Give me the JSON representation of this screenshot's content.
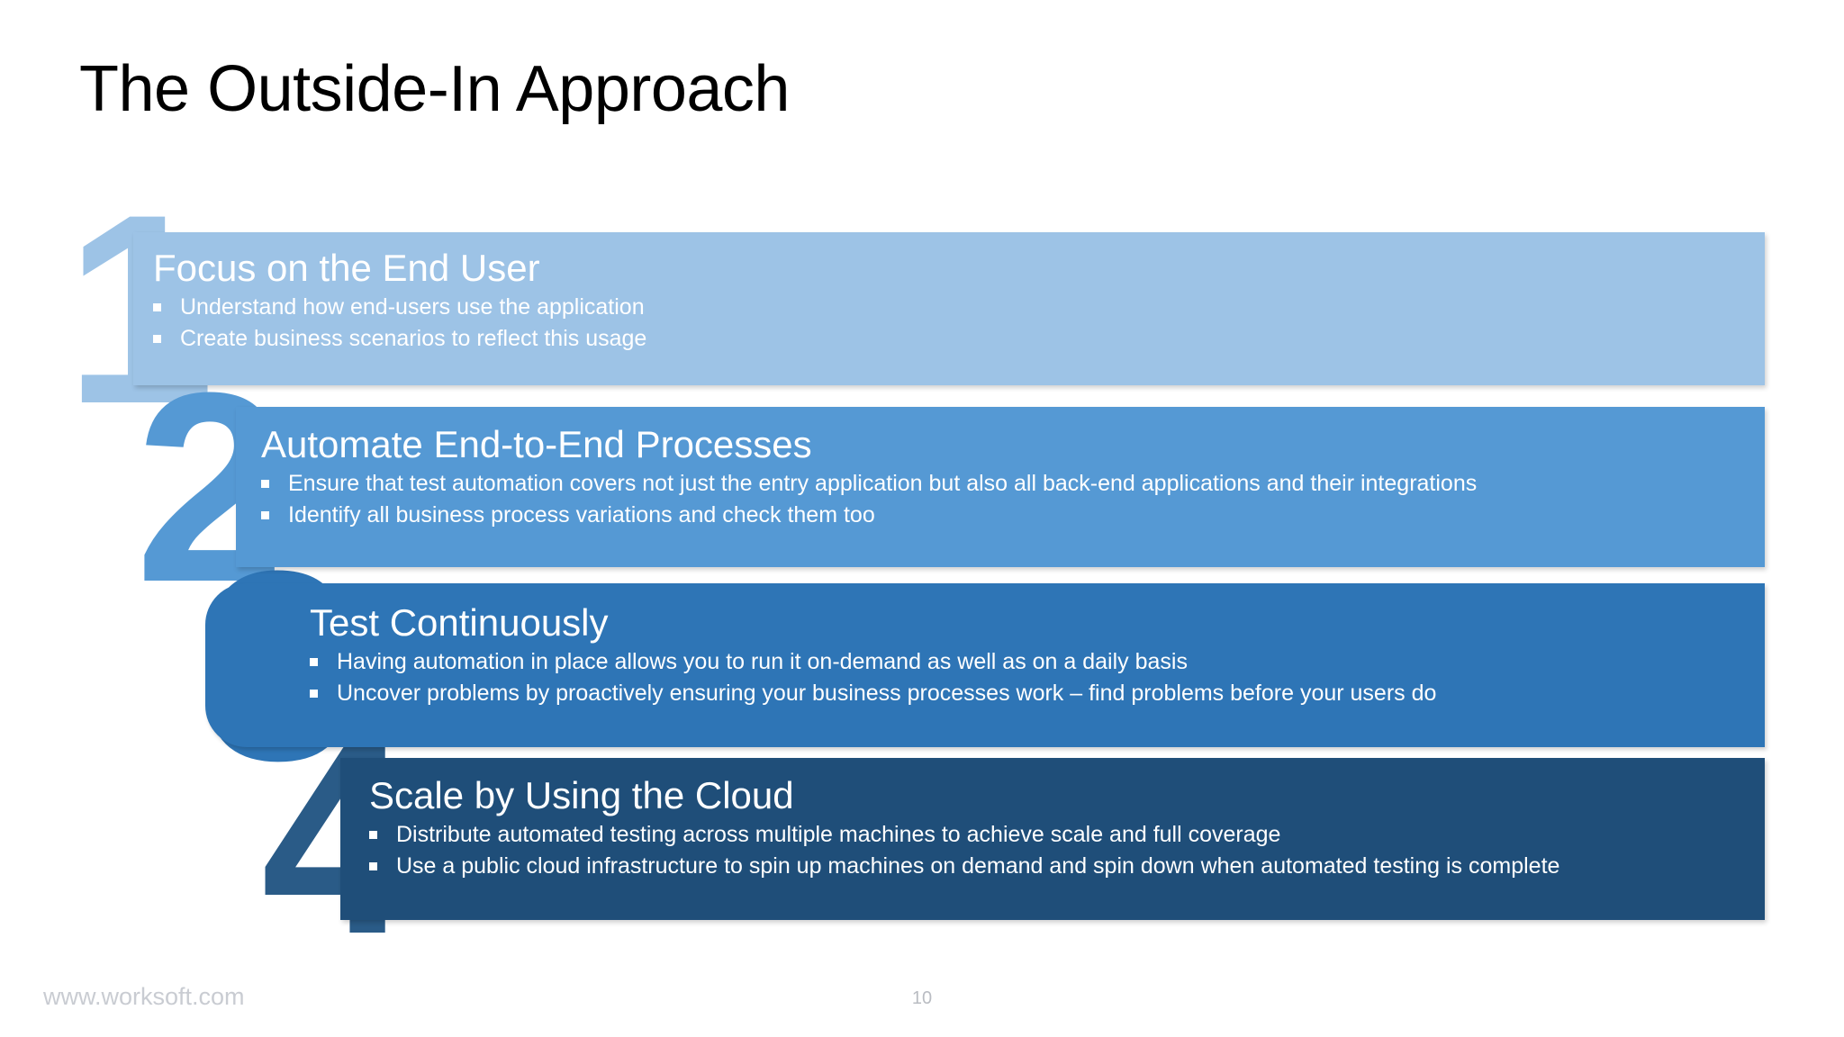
{
  "slide": {
    "title": "The Outside-In Approach",
    "footer_url": "www.worksoft.com",
    "slide_number": "10"
  },
  "colors": {
    "band1": "#9DC3E6",
    "band2": "#5599D4",
    "band3": "#2E75B6",
    "band4": "#1F4E79",
    "band4_numeral": "#2A5B87",
    "title_text": "#000000",
    "band_text": "#FFFFFF",
    "footer_text": "#C9CCD2"
  },
  "bands": [
    {
      "number": "1",
      "heading": "Focus on the End User",
      "bullets": [
        "Understand how end-users use the application",
        "Create business scenarios to reflect this usage"
      ]
    },
    {
      "number": "2",
      "heading": "Automate End-to-End Processes",
      "bullets": [
        "Ensure that test automation covers not just the entry application but also all back-end applications and their integrations",
        "Identify all business process variations and check them too"
      ]
    },
    {
      "number": "3",
      "heading": "Test Continuously",
      "bullets": [
        "Having automation in place allows you to run it on-demand as well as on a daily basis",
        "Uncover problems by proactively ensuring your business processes work – find problems before your users do"
      ]
    },
    {
      "number": "4",
      "heading": "Scale by Using the Cloud",
      "bullets": [
        "Distribute automated testing across multiple machines to achieve scale and full coverage",
        "Use a public cloud infrastructure to spin up machines on demand and spin down when automated testing is complete"
      ]
    }
  ]
}
